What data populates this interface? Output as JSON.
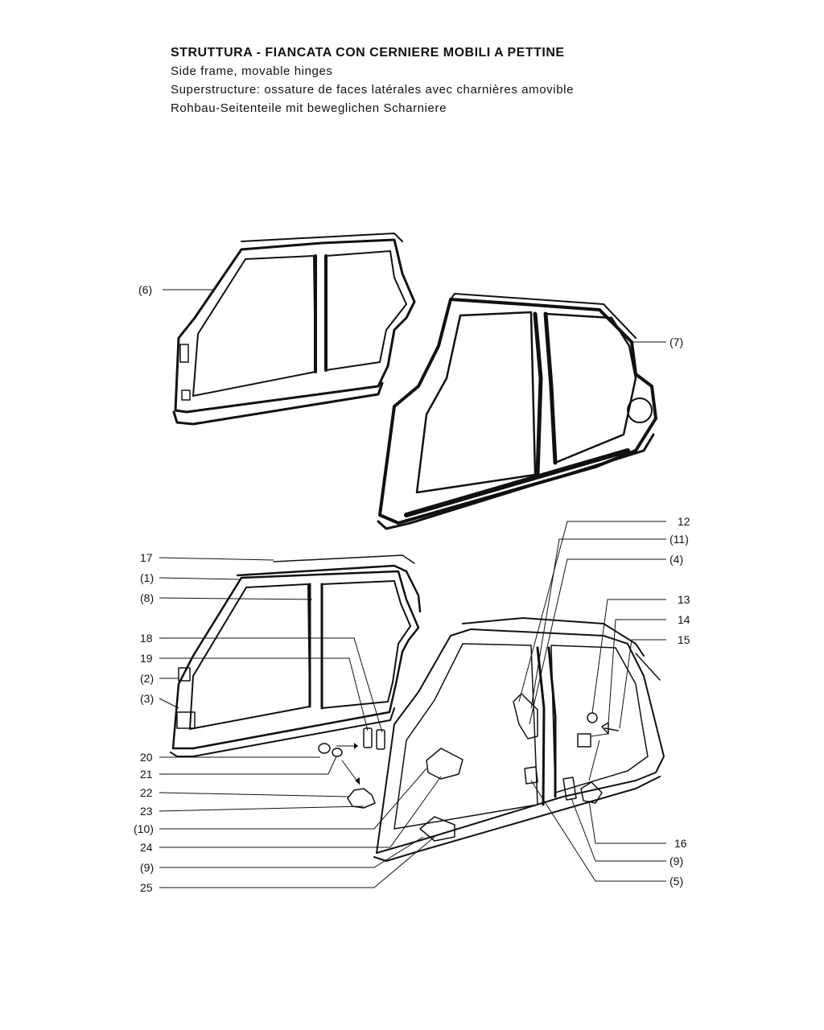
{
  "header": {
    "title": "STRUTTURA - FIANCATA CON CERNIERE MOBILI A PETTINE",
    "line_en": "Side frame, movable hinges",
    "line_fr": "Superstructure: ossature de faces latérales avec charnières amovible",
    "line_de": "Rohbau-Seitenteile mit beweglichen Scharniere"
  },
  "labels": {
    "p6": "(6)",
    "p7": "(7)",
    "p17": "17",
    "p1": "(1)",
    "p8": "(8)",
    "p18": "18",
    "p19": "19",
    "p2": "(2)",
    "p3": "(3)",
    "p20": "20",
    "p21": "21",
    "p22": "22",
    "p23": "23",
    "p10": "(10)",
    "p24": "24",
    "p9a": "(9)",
    "p25": "25",
    "p12": "12",
    "p11": "(11)",
    "p4": "(4)",
    "p13": "13",
    "p14": "14",
    "p15": "15",
    "p16": "16",
    "p9b": "(9)",
    "p5": "(5)"
  }
}
